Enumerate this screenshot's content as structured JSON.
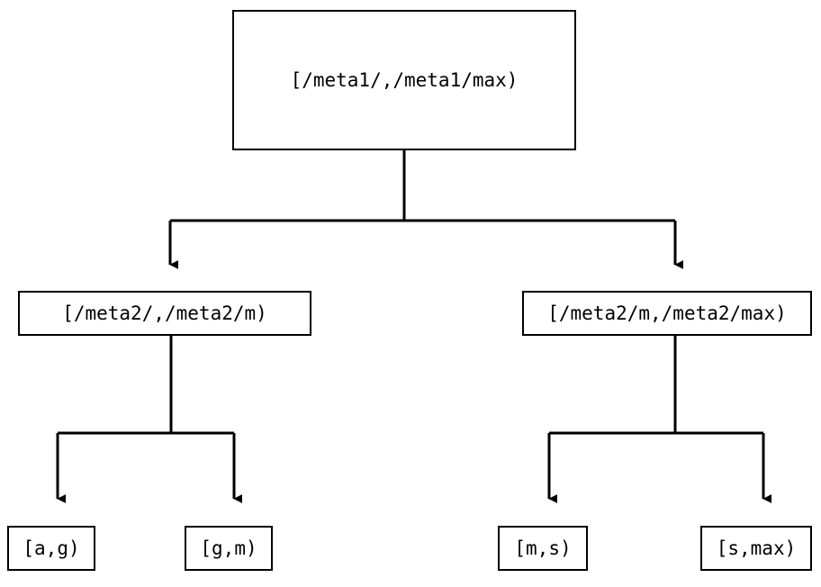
{
  "diagram": {
    "type": "binary-tree",
    "title": "",
    "orientation": "top-down",
    "edge_style": "orthogonal",
    "arrowhead": "filled-triangle",
    "colors": {
      "background": "#ffffff",
      "stroke": "#000000",
      "text": "#000000",
      "node_fill": "#ffffff"
    },
    "nodes": {
      "root": {
        "label": "[/meta1/,/meta1/max)",
        "level": 0
      },
      "mid_left": {
        "label": "[/meta2/,/meta2/m)",
        "level": 1
      },
      "mid_right": {
        "label": "[/meta2/m,/meta2/max)",
        "level": 1
      },
      "leaf_ag": {
        "label": "[a,g)",
        "level": 2
      },
      "leaf_gm": {
        "label": "[g,m)",
        "level": 2
      },
      "leaf_ms": {
        "label": "[m,s)",
        "level": 2
      },
      "leaf_smax": {
        "label": "[s,max)",
        "level": 2
      }
    },
    "edges": [
      {
        "from": "root",
        "to": "mid_left"
      },
      {
        "from": "root",
        "to": "mid_right"
      },
      {
        "from": "mid_left",
        "to": "leaf_ag"
      },
      {
        "from": "mid_left",
        "to": "leaf_gm"
      },
      {
        "from": "mid_right",
        "to": "leaf_ms"
      },
      {
        "from": "mid_right",
        "to": "leaf_smax"
      }
    ]
  }
}
